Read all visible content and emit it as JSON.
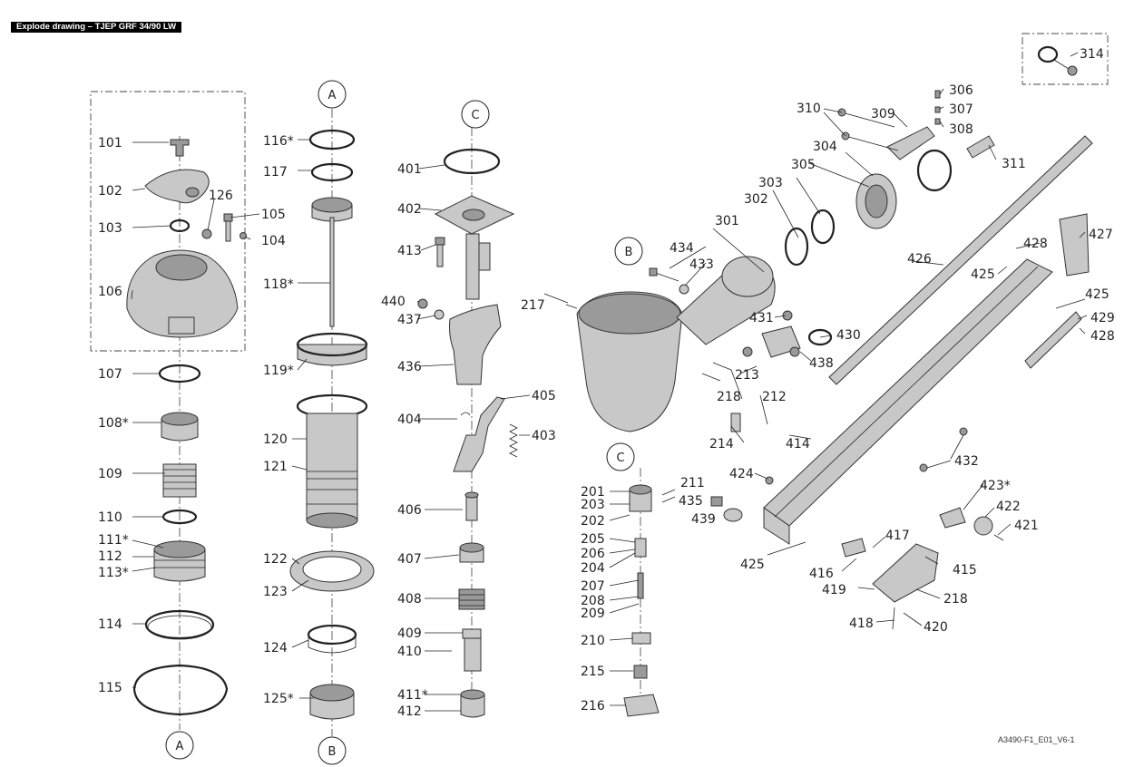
{
  "title": "Explode drawing – TJEP GRF 34/90 LW",
  "drawing_code": "A3490-F1_E01_V6-1",
  "refs": {
    "A": "A",
    "B": "B",
    "C": "C"
  },
  "labels": {
    "p101": "101",
    "p102": "102",
    "p103": "103",
    "p104": "104",
    "p105": "105",
    "p106": "106",
    "p107": "107",
    "p108": "108*",
    "p109": "109",
    "p110": "110",
    "p111": "111*",
    "p112": "112",
    "p113": "113*",
    "p114": "114",
    "p115": "115",
    "p116": "116*",
    "p117": "117",
    "p118": "118*",
    "p119": "119*",
    "p120": "120",
    "p121": "121",
    "p122": "122",
    "p123": "123",
    "p124": "124",
    "p125": "125*",
    "p126": "126",
    "p201": "201",
    "p202": "202",
    "p203": "203",
    "p204": "204",
    "p205": "205",
    "p206": "206",
    "p207": "207",
    "p208": "208",
    "p209": "209",
    "p210": "210",
    "p211": "211",
    "p212": "212",
    "p213": "213",
    "p214": "214",
    "p215": "215",
    "p216": "216",
    "p217": "217",
    "p218a": "218",
    "p218b": "218",
    "p301": "301",
    "p302": "302",
    "p303": "303",
    "p304": "304",
    "p305": "305",
    "p306": "306",
    "p307": "307",
    "p308": "308",
    "p309": "309",
    "p310": "310",
    "p311": "311",
    "p314": "314",
    "p401": "401",
    "p402": "402",
    "p403": "403",
    "p404": "404",
    "p405": "405",
    "p406": "406",
    "p407": "407",
    "p408": "408",
    "p409": "409",
    "p410": "410",
    "p411": "411*",
    "p412": "412",
    "p413": "413",
    "p414": "414",
    "p415": "415",
    "p416": "416",
    "p417": "417",
    "p418": "418",
    "p419": "419",
    "p420": "420",
    "p421": "421",
    "p422": "422",
    "p423": "423*",
    "p424": "424",
    "p425a": "425",
    "p425b": "425",
    "p425c": "425",
    "p426": "426",
    "p427": "427",
    "p428a": "428",
    "p428b": "428",
    "p429": "429",
    "p430": "430",
    "p431": "431",
    "p432": "432",
    "p433": "433",
    "p434": "434",
    "p435": "435",
    "p436": "436",
    "p437": "437",
    "p438": "438",
    "p439": "439",
    "p440": "440"
  }
}
